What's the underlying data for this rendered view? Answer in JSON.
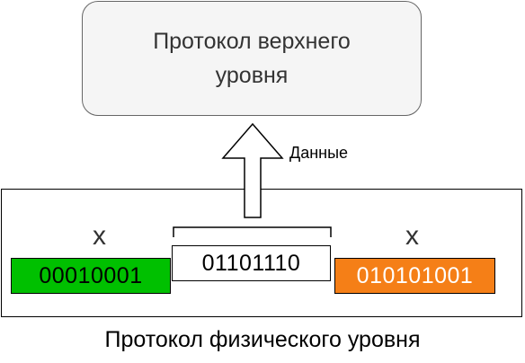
{
  "upper_protocol": {
    "label": "Протокол верхнего\nуровня"
  },
  "arrow": {
    "label": "Данные"
  },
  "physical_layer": {
    "caption": "Протокол физического уровня",
    "discard_marks": [
      "x",
      "x"
    ],
    "bit_blocks": [
      {
        "bits": "00010001",
        "color": "#00c000"
      },
      {
        "bits": "01101110",
        "color": "#ffffff"
      },
      {
        "bits": "010101001",
        "color": "#f57f17"
      }
    ]
  }
}
